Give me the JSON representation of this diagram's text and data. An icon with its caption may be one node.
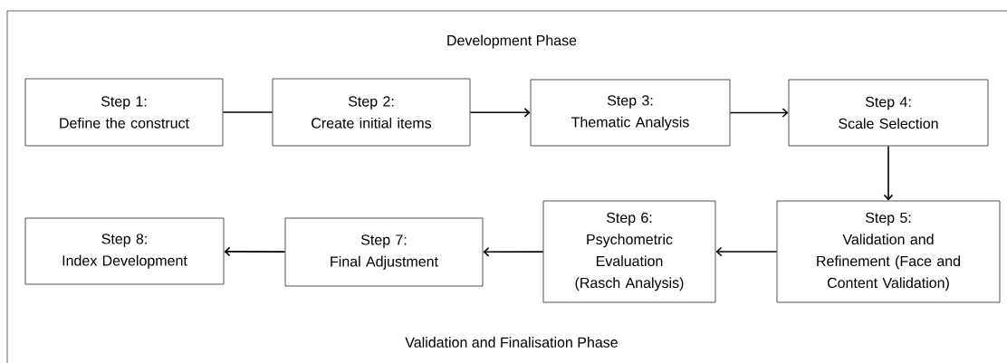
{
  "diagram": {
    "nodes": [
      {
        "text": [
          "Step 1:",
          "Define the construct"
        ]
      },
      {
        "text": [
          "Step 2:",
          "Create initial items"
        ]
      },
      {
        "text": [
          "Step 3:",
          "Thematic Analysis"
        ]
      },
      {
        "text": [
          "Step 4:",
          "Scale Selection"
        ]
      },
      {
        "text": [
          "Step 5:",
          "Validation and Refinement (Face and Content Validation)"
        ]
      },
      {
        "text": [
          "Step 6:",
          "Psychometric Evaluation (Rasch Analysis)"
        ]
      },
      {
        "text": [
          "Step 7:",
          "Final Adjustment"
        ]
      },
      {
        "text": [
          "Step 8:",
          "Index Development"
        ]
      }
    ],
    "edges": [
      {
        "from": 0,
        "to": 1,
        "arrow": "none"
      },
      {
        "from": 1,
        "to": 2,
        "arrow": "to"
      },
      {
        "from": 2,
        "to": 3,
        "arrow": "to"
      },
      {
        "from": 3,
        "to": 4,
        "arrow": "to"
      },
      {
        "from": 4,
        "to": 5,
        "arrow": "to"
      },
      {
        "from": 5,
        "to": 6,
        "arrow": "to"
      },
      {
        "from": 6,
        "to": 7,
        "arrow": "to"
      }
    ],
    "labels": [
      "Development Phase",
      "Validation and Finalisation Phase"
    ]
  }
}
